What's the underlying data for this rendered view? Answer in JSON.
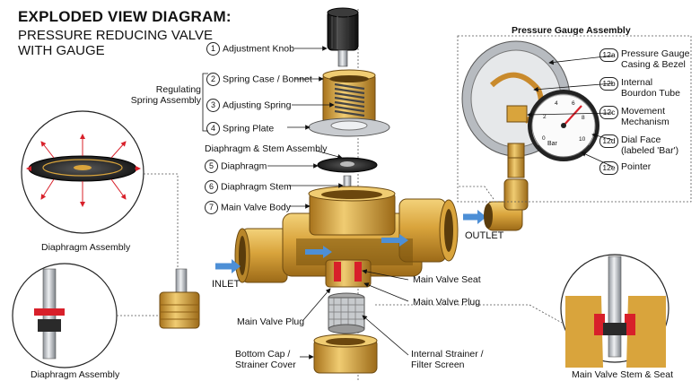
{
  "title": {
    "line1": "EXPLODED VIEW DIAGRAM:",
    "line2": "PRESSURE REDUCING VALVE WITH GAUGE"
  },
  "parts": [
    {
      "num": "1",
      "label": "Adjustment Knob"
    },
    {
      "num": "2",
      "label": "Spring Case / Bonnet"
    },
    {
      "num": "3",
      "label": "Adjusting Spring"
    },
    {
      "num": "4",
      "label": "Spring Plate"
    },
    {
      "num": "5",
      "label": "Diaphragm"
    },
    {
      "num": "6",
      "label": "Diaphragm Stem"
    },
    {
      "num": "7",
      "label": "Main Valve Body"
    }
  ],
  "group_labels": {
    "regulating": "Regulating Spring Assembly",
    "diaphragm_stem": "Diaphragm & Stem Assembly"
  },
  "gauge": {
    "heading": "Pressure Gauge Assembly",
    "parts": [
      {
        "num": "12a",
        "label": "Pressure Gauge Casing & Bezel"
      },
      {
        "num": "12b",
        "label": "Internal Bourdon Tube"
      },
      {
        "num": "12c",
        "label": "Movement Mechanism"
      },
      {
        "num": "12d",
        "label": "Dial Face (labeled 'Bar')"
      },
      {
        "num": "12e",
        "label": "Pointer"
      }
    ],
    "dial_unit": "Bar",
    "dial_ticks": [
      "0",
      "2",
      "4",
      "6",
      "8",
      "10"
    ]
  },
  "flow": {
    "inlet": "INLET",
    "outlet": "OUTLET"
  },
  "lower_labels": {
    "main_valve_seat": "Main Valve Seat",
    "main_valve_plug_right": "Main Valve Plug",
    "main_valve_plug_left": "Main Valve Plug",
    "bottom_cap": "Bottom Cap / Strainer Cover",
    "strainer": "Internal Strainer / Filter Screen"
  },
  "insets": {
    "diaphragm_top": "Diaphragm Assembly",
    "diaphragm_bottom": "Diaphragm Assembly",
    "stem_seat": "Main Valve Stem & Seat"
  },
  "colors": {
    "brass": "#d9a43c",
    "brass_dark": "#a8731c",
    "arrow_blue": "#4d8fd6",
    "seal_red": "#d8202a"
  }
}
